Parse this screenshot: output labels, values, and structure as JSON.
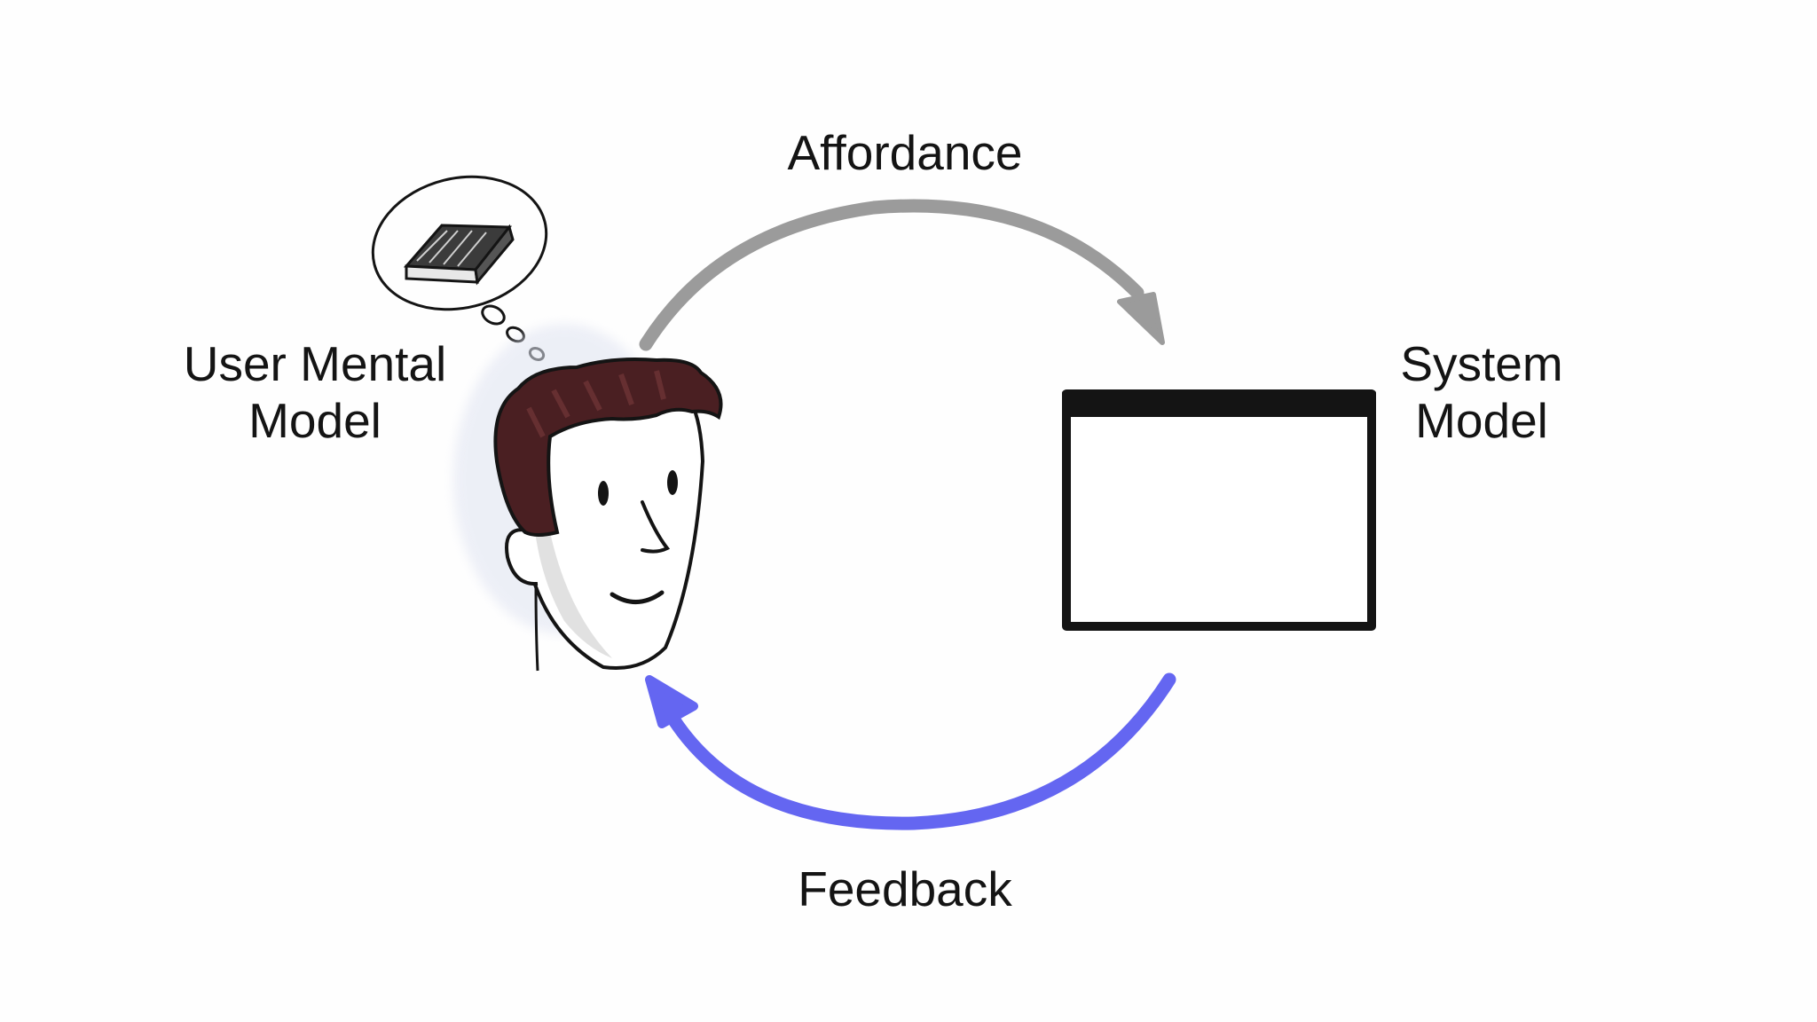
{
  "labels": {
    "affordance": "Affordance",
    "feedback": "Feedback",
    "user_mental_model": [
      "User Mental",
      "Model"
    ],
    "system_model": [
      "System",
      "Model"
    ]
  },
  "colors": {
    "affordance_arrow": "#9b9b9b",
    "feedback_arrow": "#6466f1",
    "ink": "#141414",
    "hair": "#4a1f22",
    "background": "#fefefe"
  },
  "icons": {
    "user": "person-head-illustration",
    "thought": "thought-bubble-with-book",
    "system": "window-frame"
  }
}
